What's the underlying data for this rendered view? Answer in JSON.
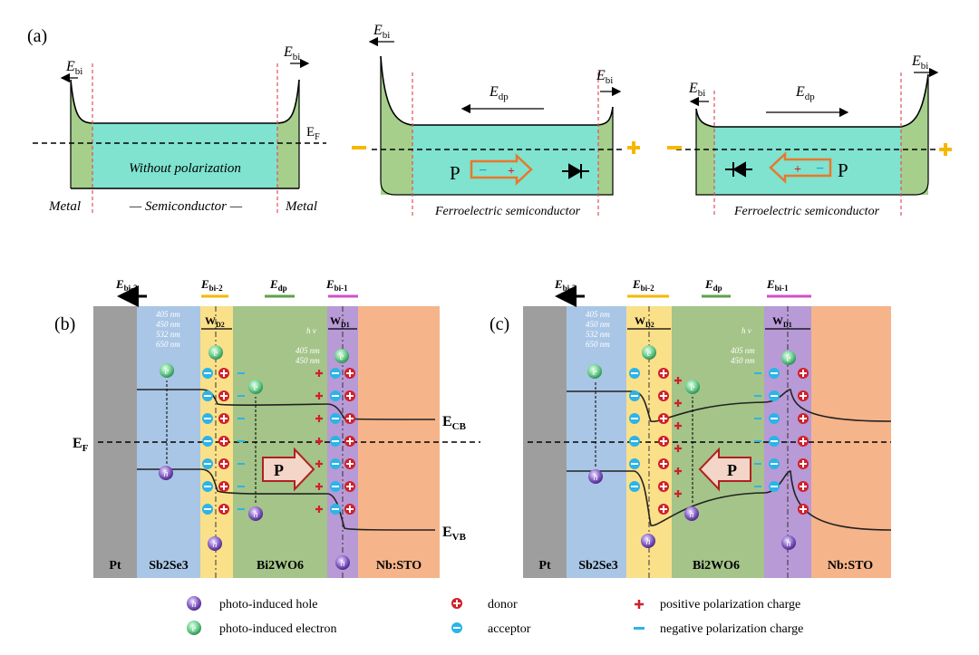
{
  "panel_a": {
    "label": "(a)",
    "ef_label": "E",
    "ef_sub": "F",
    "ebi_main": "E",
    "ebi_sub": "bi",
    "edp_main": "E",
    "edp_sub": "dp",
    "left": {
      "inner_text": "Without polarization",
      "metal_left": "Metal",
      "semiconductor": "— Semiconductor —",
      "metal_right": "Metal"
    },
    "middle": {
      "caption": "Ferroelectric semiconductor",
      "p_label": "P"
    },
    "right": {
      "caption": "Ferroelectric semiconductor",
      "p_label": "P"
    },
    "colors": {
      "green": "#a6cf8c",
      "cyan": "#7fe3cf",
      "orange": "#e8782c",
      "yellow": "#f5b800",
      "red_dash": "#e0505a"
    }
  },
  "panel_b": {
    "label": "(b)",
    "ebi3": "bi-3",
    "ebi2": "bi-2",
    "edp": "dp",
    "ebi1": "bi-1",
    "wd2": "D2",
    "wd1": "D1",
    "wavelengths_left": [
      "405 nm",
      "450 nm",
      "532 nm",
      "650 nm"
    ],
    "wavelengths_right": [
      "405 nm",
      "450 nm"
    ],
    "hv": "h ν",
    "ecb": "CB",
    "evb": "VB",
    "ef": "F",
    "p_label": "P",
    "layers": [
      "Pt",
      "Sb2Se3",
      "Bi2WO6",
      "Nb:STO"
    ]
  },
  "panel_c": {
    "label": "(c)",
    "ebi3": "bi-3",
    "ebi2": "bi-2",
    "edp": "dp",
    "ebi1": "bi-1",
    "wd2": "D2",
    "wd1": "D1",
    "wavelengths_left": [
      "405 nm",
      "450 nm",
      "532 nm",
      "650 nm"
    ],
    "wavelengths_right": [
      "405 nm",
      "450 nm"
    ],
    "hv": "h ν",
    "p_label": "P",
    "layers": [
      "Pt",
      "Sb2Se3",
      "Bi2WO6",
      "Nb:STO"
    ]
  },
  "legend": {
    "hole": "photo-induced hole",
    "electron": "photo-induced electron",
    "donor": "donor",
    "acceptor": "acceptor",
    "pos_charge": "positive polarization charge",
    "neg_charge": "negative polarization charge",
    "h": "h",
    "e": "e"
  },
  "layer_colors": {
    "pt": "#9e9e9e",
    "sb": "#a9c6e6",
    "yellow": "#fbe08a",
    "bwo": "#a4c489",
    "purple": "#b79ad6",
    "sto": "#f6b48a"
  }
}
